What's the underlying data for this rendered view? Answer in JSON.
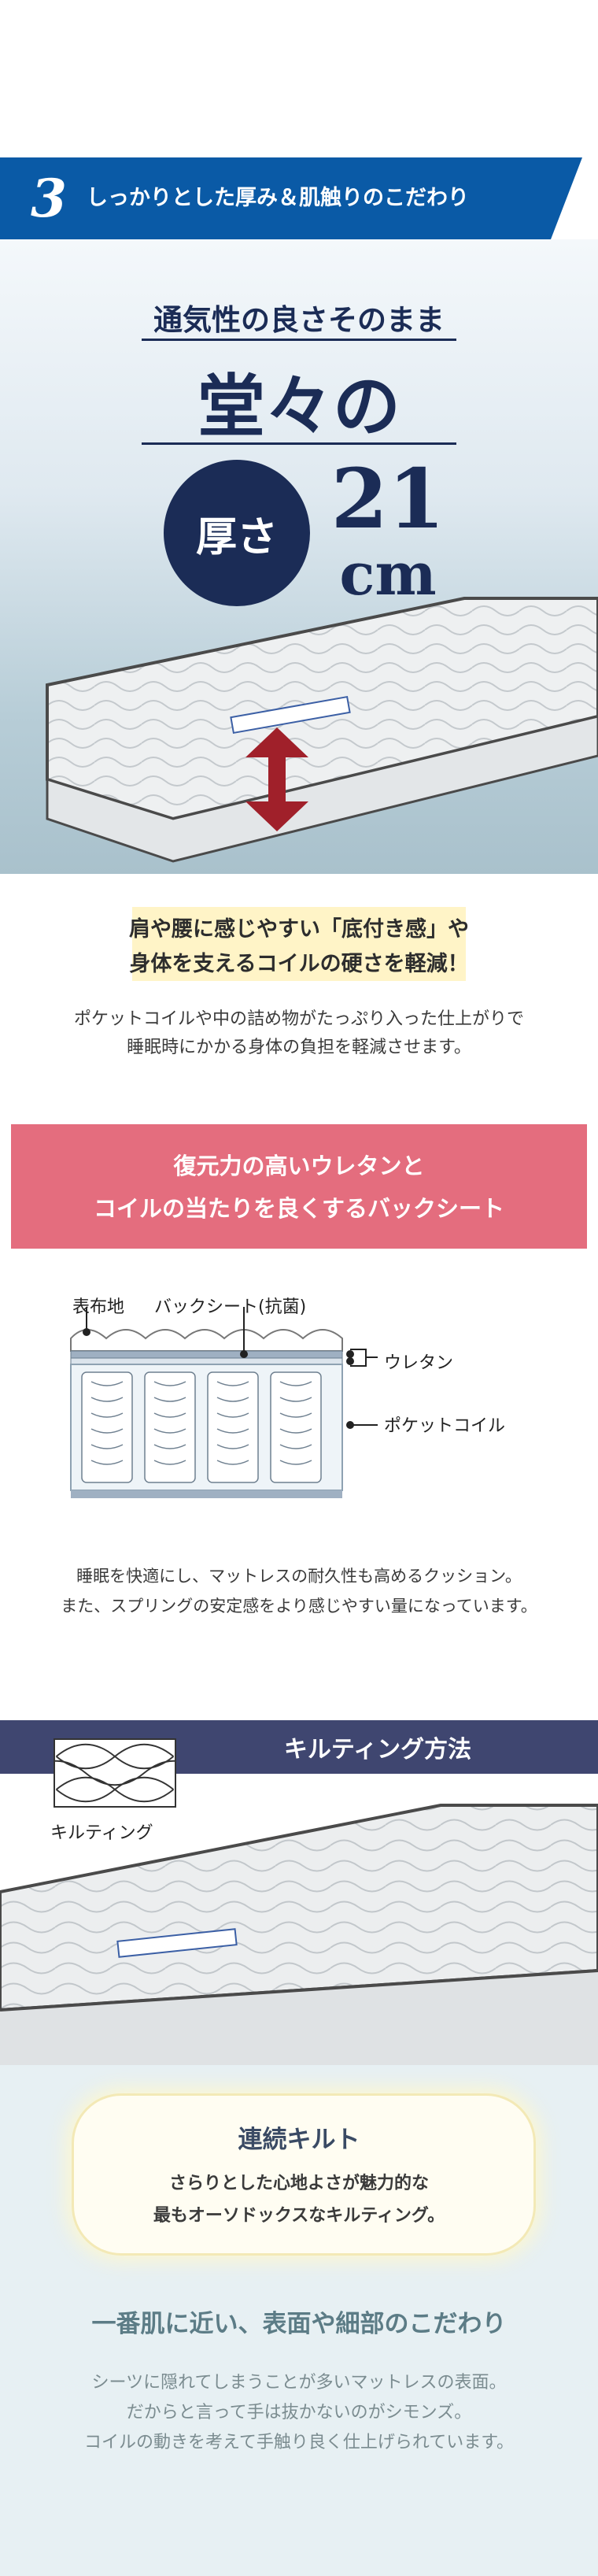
{
  "colors": {
    "banner_blue": "#0a5aa6",
    "navy_text": "#1b2c56",
    "highlight_yellow": "#fff4c7",
    "pink": "#e46d7e",
    "navy_bar": "#3f4670",
    "arrow_red": "#a0202a"
  },
  "section3_banner": {
    "number": "3",
    "text": "しっかりとした厚み＆肌触りのこだわり"
  },
  "hero": {
    "subtitle": "通気性の良さそのまま",
    "main": "堂々の",
    "circle_text": "厚さ",
    "thickness_value": "21",
    "thickness_unit": "cm",
    "arrow_icon": "double-arrow-icon"
  },
  "highlight": {
    "line1": "肩や腰に感じやすい「底付き感」や",
    "line2": "身体を支えるコイルの硬さを軽減！"
  },
  "description1": {
    "line1": "ポケットコイルや中の詰め物がたっぷり入った仕上がりで",
    "line2": "睡眠時にかかる身体の負担を軽減させます。"
  },
  "urethane_banner": {
    "line1": "復元力の高いウレタンと",
    "line2": "コイルの当たりを良くするバックシート"
  },
  "diagram_labels": {
    "cover": "表布地",
    "backsheet": "バックシート(抗菌)",
    "urethane": "ウレタン",
    "pocket_coil": "ポケットコイル"
  },
  "description2": {
    "line1": "睡眠を快適にし、マットレスの耐久性も高めるクッション。",
    "line2": "また、スプリングの安定感をより感じやすい量になっています。"
  },
  "quilting": {
    "title": "キルティング方法",
    "icon_label": "キルティング",
    "icon": "quilting-pattern-icon",
    "card_title": "連続キルト",
    "card_line1": "さらりとした心地よさが魅力的な",
    "card_line2": "最もオーソドックスなキルティング。"
  },
  "surface": {
    "heading": "一番肌に近い、表面や細部のこだわり",
    "line1": "シーツに隠れてしまうことが多いマットレスの表面。",
    "line2": "だからと言って手は抜かないのがシモンズ。",
    "line3": "コイルの動きを考えて手触り良く仕上げられています。"
  }
}
